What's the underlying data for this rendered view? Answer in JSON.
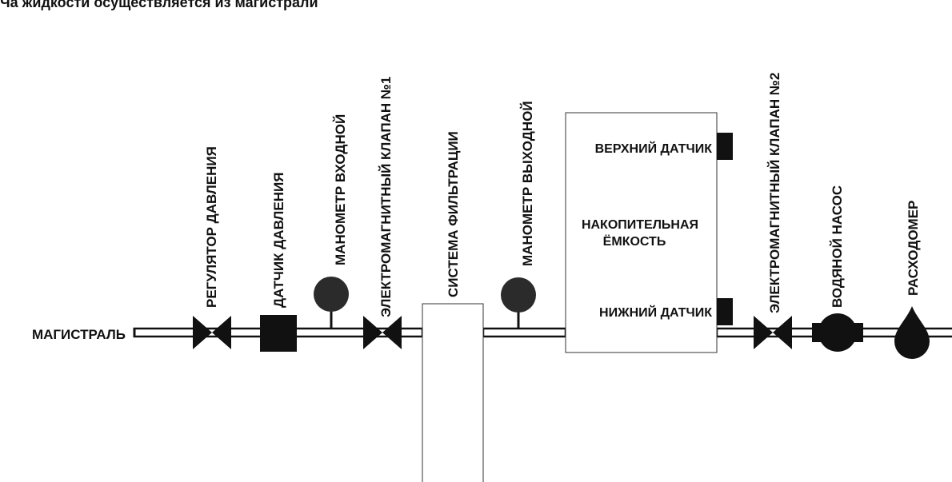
{
  "header": {
    "text": "Ча жидкости осуществляется из магистрали"
  },
  "labels": {
    "main_line": "МАГИСТРАЛЬ",
    "pressure_regulator": "РЕГУЛЯТОР ДАВЛЕНИЯ",
    "pressure_sensor": "ДАТЧИК ДАВЛЕНИЯ",
    "inlet_gauge": "МАНОМЕТР ВХОДНОЙ",
    "solenoid_valve_1": "ЭЛЕКТРОМАГНИТНЫЙ КЛАПАН №1",
    "filtration_system": "СИСТЕМА ФИЛЬТРАЦИИ",
    "outlet_gauge": "МАНОМЕТР ВЫХОДНОЙ",
    "upper_sensor": "ВЕРХНИЙ ДАТЧИК",
    "storage_tank_line1": "НАКОПИТЕЛЬНАЯ",
    "storage_tank_line2": "ЁМКОСТЬ",
    "lower_sensor": "НИЖНИЙ ДАТЧИК",
    "solenoid_valve_2": "ЭЛЕКТРОМАГНИТНЫЙ КЛАПАН №2",
    "water_pump": "ВОДЯНОЙ НАСОС",
    "flow_meter": "РАСХОДОМЕР"
  },
  "colors": {
    "symbol": "#2b2b2b",
    "line": "#111111",
    "background": "#ffffff"
  }
}
